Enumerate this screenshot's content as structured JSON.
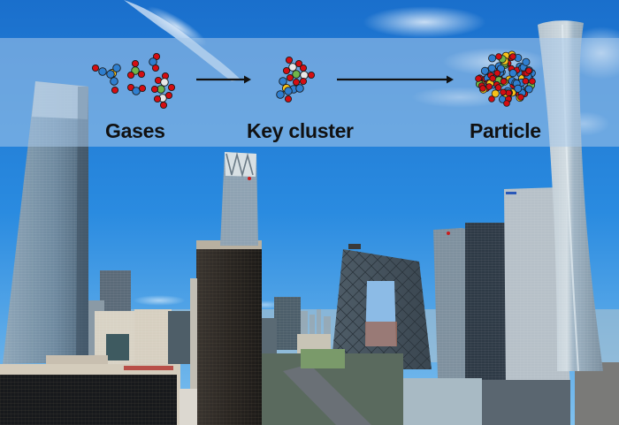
{
  "diagram": {
    "stages": [
      {
        "id": "gases",
        "label": "Gases"
      },
      {
        "id": "key_cluster",
        "label": "Key cluster"
      },
      {
        "id": "particle",
        "label": "Particle"
      }
    ],
    "arrows": [
      {
        "from": "gases",
        "to": "key_cluster"
      },
      {
        "from": "key_cluster",
        "to": "particle"
      }
    ],
    "atom_colors": {
      "oxygen_red": "#d40d12",
      "nitrogen_blue": "#2f7fd0",
      "sulfur_yellow": "#f7c21a",
      "carbon_green": "#6fb54a",
      "hydrogen_white": "#e8e8e8",
      "outline": "#1a1a1a"
    },
    "arrow_color": "#111111",
    "band_color": "#8fb8e6"
  },
  "background": {
    "scene": "city-skyline-photo",
    "sky_color": "#1f79d6",
    "sky_light": "#5aa8ee"
  }
}
